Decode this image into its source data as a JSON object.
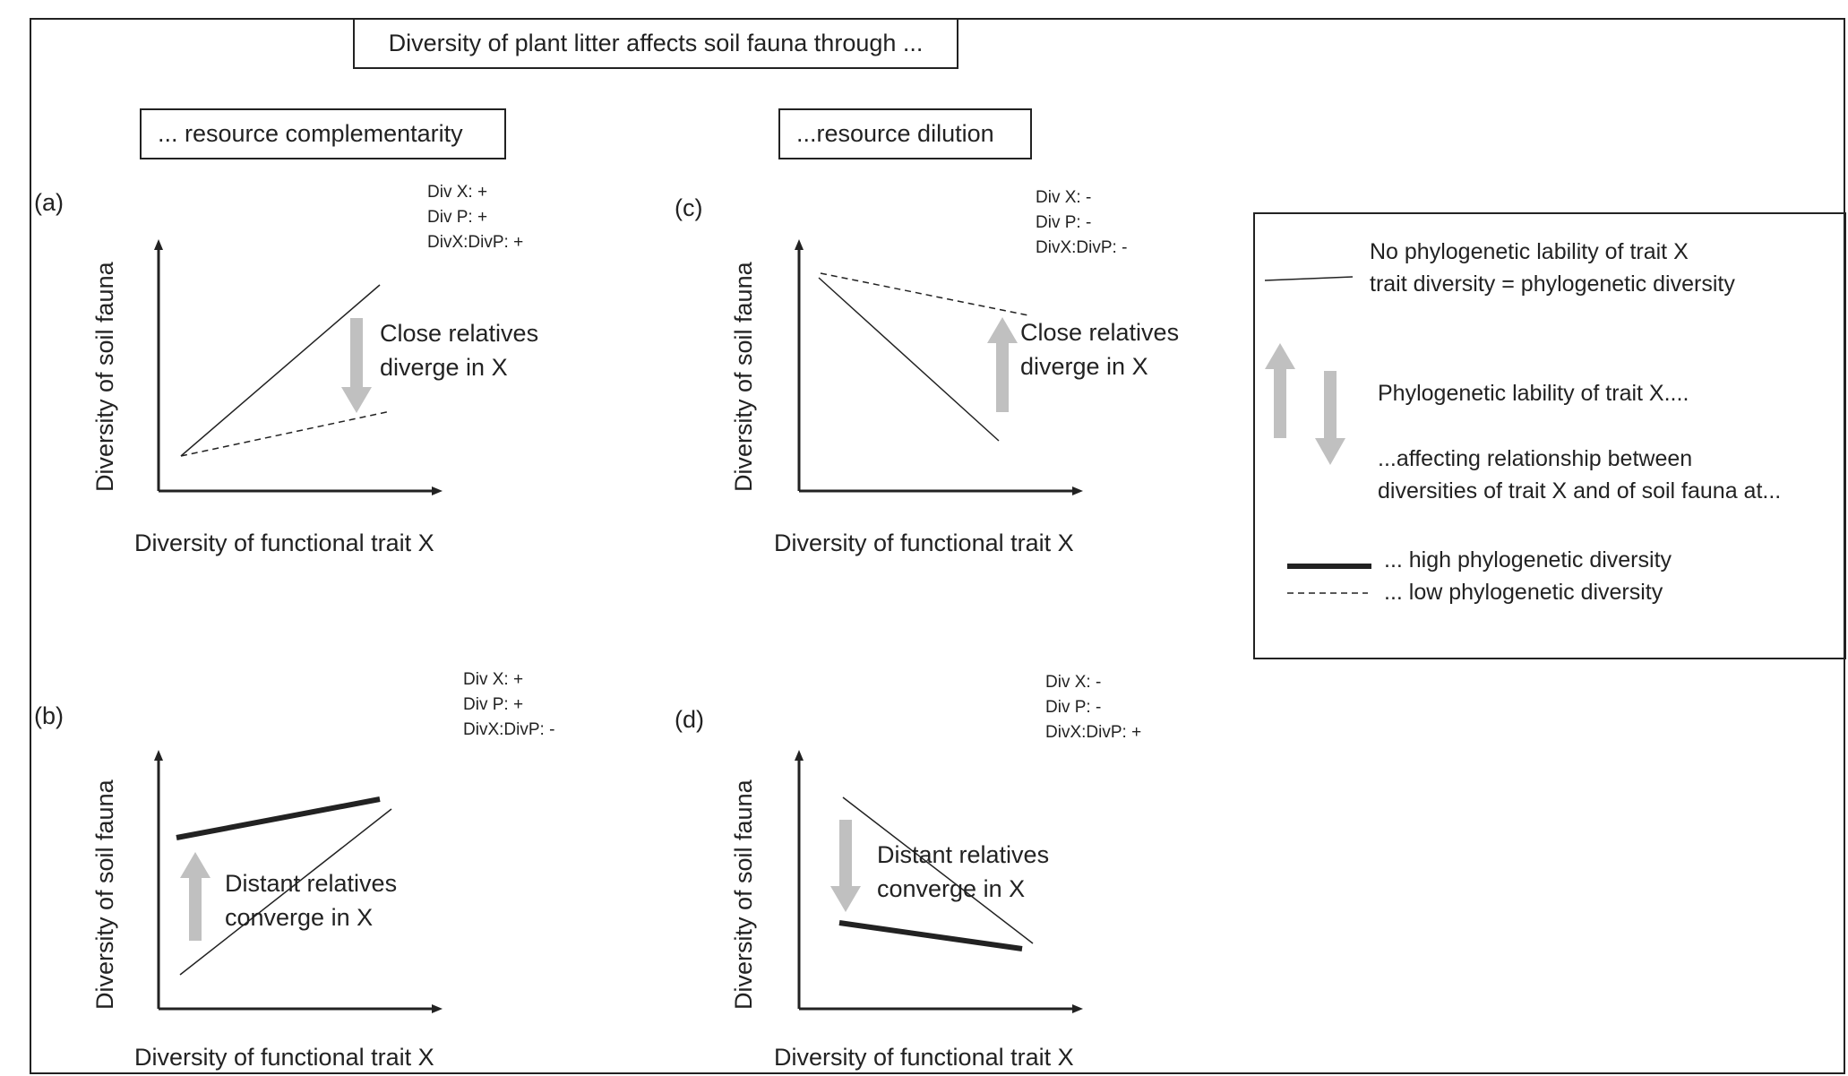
{
  "title": "Diversity of plant litter affects soil fauna through ...",
  "mechanisms": {
    "left": "... resource complementarity",
    "right": "...resource dilution"
  },
  "panels": [
    {
      "id": "a",
      "label": "(a)",
      "stats": [
        "Div X:  +",
        "Div P:  +",
        "DivX:DivP:  +"
      ],
      "annotation": [
        "Close relatives",
        "diverge in X"
      ],
      "ylabel": "Diversity of soil fauna",
      "xlabel": "Diversity of functional trait X"
    },
    {
      "id": "b",
      "label": "(b)",
      "stats": [
        "Div X:  +",
        "Div P:  +",
        "DivX:DivP:  -"
      ],
      "annotation": [
        "Distant relatives",
        "converge in X"
      ],
      "ylabel": "Diversity of soil fauna",
      "xlabel": "Diversity of functional trait X"
    },
    {
      "id": "c",
      "label": "(c)",
      "stats": [
        "Div X:  -",
        "Div P:  -",
        "DivX:DivP:  -"
      ],
      "annotation": [
        "Close relatives",
        "diverge in X"
      ],
      "ylabel": "Diversity of soil fauna",
      "xlabel": "Diversity of functional trait X"
    },
    {
      "id": "d",
      "label": "(d)",
      "stats": [
        "Div X:  -",
        "Div P:  -",
        "DivX:DivP:  +"
      ],
      "annotation": [
        "Distant relatives",
        "converge in X"
      ],
      "ylabel": "Diversity of soil fauna",
      "xlabel": "Diversity of functional trait X"
    }
  ],
  "legend": {
    "no_lability": [
      "No phylogenetic lability of trait X",
      "trait diversity = phylogenetic diversity"
    ],
    "lability": "Phylogenetic lability of trait X....",
    "affecting": [
      "...affecting relationship between",
      "diversities of trait X and of soil fauna at..."
    ],
    "high": "... high phylogenetic diversity",
    "low": "... low phylogenetic diversity"
  },
  "colors": {
    "line": "#222222",
    "arrow": "#c0c0c0",
    "border": "#222222"
  }
}
